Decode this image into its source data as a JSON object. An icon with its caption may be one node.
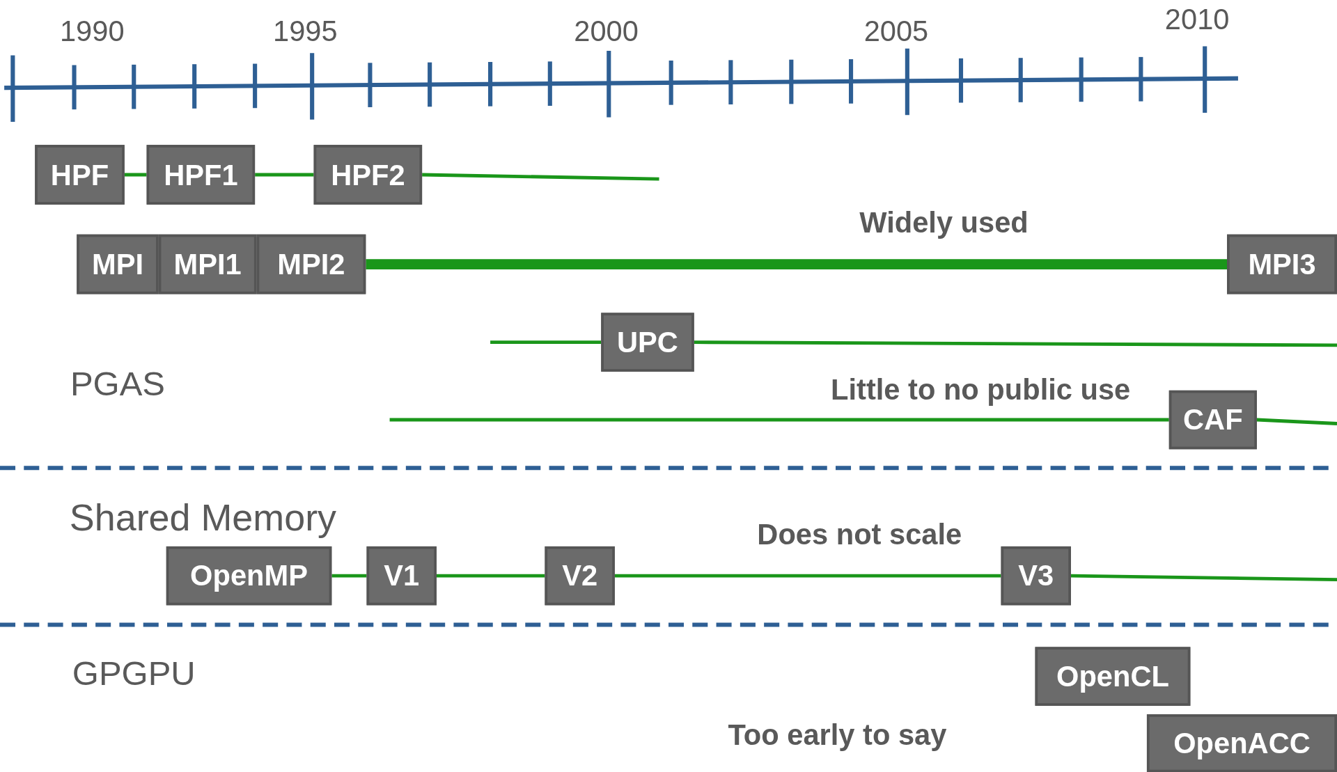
{
  "diagram": {
    "nodes": [
      {
        "text": [
          "HPF"
        ]
      },
      {
        "text": [
          "HPF1"
        ]
      },
      {
        "text": [
          "HPF2"
        ]
      },
      {
        "text": [
          "MPI"
        ]
      },
      {
        "text": [
          "MPI1"
        ]
      },
      {
        "text": [
          "MPI2"
        ]
      },
      {
        "text": [
          "MPI3"
        ]
      },
      {
        "text": [
          "UPC"
        ]
      },
      {
        "text": [
          "CAF"
        ]
      },
      {
        "text": [
          "OpenMP"
        ]
      },
      {
        "text": [
          "V1"
        ]
      },
      {
        "text": [
          "V2"
        ]
      },
      {
        "text": [
          "V3"
        ]
      },
      {
        "text": [
          "OpenCL"
        ]
      },
      {
        "text": [
          "OpenACC"
        ]
      }
    ],
    "edges": [
      {
        "from": 0,
        "to": 1,
        "arrow": "none"
      },
      {
        "from": 1,
        "to": 2,
        "arrow": "none"
      },
      {
        "from": 2,
        "to": null,
        "arrow": "none"
      },
      {
        "from": 5,
        "to": 6,
        "arrow": "none",
        "style": "thick"
      },
      {
        "from": null,
        "to": 7,
        "arrow": "none"
      },
      {
        "from": 7,
        "to": null,
        "arrow": "none"
      },
      {
        "from": null,
        "to": 8,
        "arrow": "none"
      },
      {
        "from": 8,
        "to": null,
        "arrow": "none"
      },
      {
        "from": 9,
        "to": 10,
        "arrow": "none"
      },
      {
        "from": 10,
        "to": 11,
        "arrow": "none"
      },
      {
        "from": 11,
        "to": 12,
        "arrow": "none"
      },
      {
        "from": 12,
        "to": null,
        "arrow": "none"
      }
    ],
    "labels": [
      "1990",
      "1995",
      "2000",
      "2005",
      "2010",
      "Widely used",
      "PGAS",
      "Little to no public use",
      "Shared Memory",
      "Does not scale",
      "GPGPU",
      "Too early to say"
    ]
  }
}
